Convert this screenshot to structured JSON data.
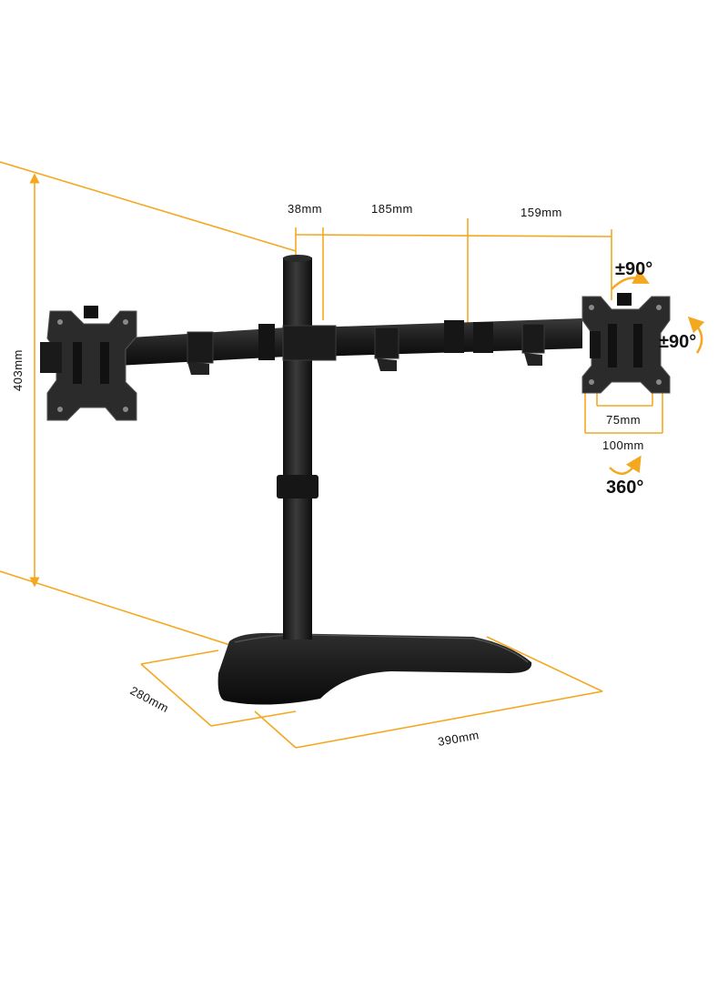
{
  "dimensions": {
    "height": "403mm",
    "arm_offset": "38mm",
    "arm_middle": "185mm",
    "arm_outer": "159mm",
    "vesa_small": "75mm",
    "vesa_large": "100mm",
    "base_depth": "280mm",
    "base_width": "390mm"
  },
  "rotations": {
    "tilt": "±90°",
    "swivel": "±90°",
    "rotate": "360°"
  },
  "colors": {
    "dimension_line": "#f4a820",
    "product": "#1c1c1c",
    "product_highlight": "#3a3a3a"
  }
}
